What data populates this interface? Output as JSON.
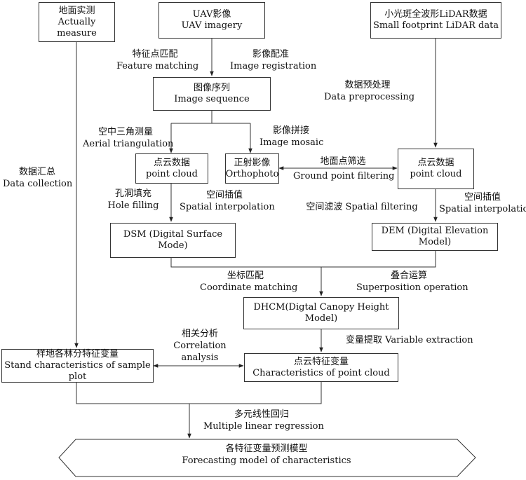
{
  "nodes": {
    "measure": {
      "zh": "地面实测",
      "en": "Actually measure"
    },
    "uav": {
      "zh": "UAV影像",
      "en": "UAV imagery"
    },
    "lidar": {
      "zh": "小光斑全波形LiDAR数据",
      "en": "Small footprint LiDAR data"
    },
    "img_seq": {
      "zh": "图像序列",
      "en": "Image sequence"
    },
    "pc_left": {
      "zh": "点云数据",
      "en": "point cloud"
    },
    "ortho": {
      "zh": "正射影像",
      "en": "Orthophoto"
    },
    "pc_right": {
      "zh": "点云数据",
      "en": "point cloud"
    },
    "dsm": {
      "en": "DSM (Digital Surface Mode)"
    },
    "dem": {
      "en": "DEM (Digital Elevation Model)"
    },
    "dhcm": {
      "en": "DHCM(Digtal Canopy Height Model)"
    },
    "stand": {
      "zh": "样地各林分特征变量",
      "en": "Stand characteristics of sample plot"
    },
    "pc_char": {
      "zh": "点云特征变量",
      "en": "Characteristics of point cloud"
    },
    "forecast": {
      "zh": "各特征变量预测模型",
      "en": "Forecasting model of characteristics"
    }
  },
  "labels": {
    "feature": {
      "zh": "特征点匹配",
      "en": "Feature matching"
    },
    "registration": {
      "zh": "影像配准",
      "en": "Image registration"
    },
    "preprocess": {
      "zh": "数据预处理",
      "en": "Data preprocessing"
    },
    "aerial": {
      "zh": "空中三角测量",
      "en": "Aerial triangulation"
    },
    "mosaic": {
      "zh": "影像拼接",
      "en": "Image mosaic"
    },
    "collection": {
      "zh": "数据汇总",
      "en": "Data collection"
    },
    "ground": {
      "zh": "地面点筛选",
      "en": "Ground point  filtering"
    },
    "hole": {
      "zh": "孔洞填充",
      "en": "Hole filling"
    },
    "spatial_l": {
      "zh": "空间插值",
      "en": "Spatial interpolation"
    },
    "spatial_f": {
      "text": "空间滤波 Spatial filtering"
    },
    "spatial_r": {
      "zh": "空间插值",
      "en": "Spatial interpolation"
    },
    "coord": {
      "zh": "坐标匹配",
      "en": "Coordinate matching"
    },
    "superpos": {
      "zh": "叠合运算",
      "en": "Superposition operation"
    },
    "variable": {
      "text": "变量提取 Variable extraction"
    },
    "correlation": {
      "zh": "相关分析",
      "en1": "Correlation",
      "en2": "analysis"
    },
    "regression": {
      "zh": "多元线性回归",
      "en": "Multiple linear regression"
    }
  },
  "colors": {
    "line": "#333333",
    "text": "#111111",
    "background": "#ffffff"
  }
}
